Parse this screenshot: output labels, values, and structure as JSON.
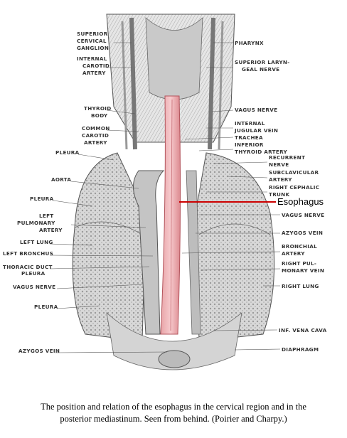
{
  "labels_left": [
    "SUPERIOR",
    "CERVICAL",
    "GANGLION",
    "INTERNAL",
    "CAROTID",
    "ARTERY",
    "THYROID",
    "BODY",
    "COMMON",
    "CAROTID",
    "ARTERY",
    "PLEURA",
    "AORTA",
    "PLEURA",
    "LEFT",
    "PULMONARY",
    "ARTERY",
    "LEFT LUNG",
    "LEFT BRONCHUS",
    "THORACIC DUCT",
    "PLEURA",
    "VAGUS NERVE",
    "PLEURA",
    "AZYGOS VEIN"
  ],
  "labels_right": [
    "PHARYNX",
    "SUPERIOR LARYN-",
    "GEAL NERVE",
    "VAGUS NERVE",
    "INTERNAL",
    "JUGULAR VEIN",
    "TRACHEA",
    "INFERIOR",
    "THYROID ARTERY",
    "RECURRENT",
    "NERVE",
    "SUBCLAVICULAR",
    "ARTERY",
    "RIGHT CEPHALIC",
    "TRUNK",
    "VAGUS NERVE",
    "AZYGOS VEIN",
    "BRONCHIAL",
    "ARTERY",
    "RIGHT PUL-",
    "MONARY VEIN",
    "RIGHT LUNG",
    "INF. VENA CAVA",
    "DIAPHRAGM"
  ],
  "highlight": {
    "label": "Esophagus",
    "color": "#cc0000"
  },
  "caption": {
    "line1": "The position and relation of the esophagus in the cervical region and in the",
    "line2": "posterior mediastinum.    Seen from behind. (Poirier and Charpy.)"
  }
}
